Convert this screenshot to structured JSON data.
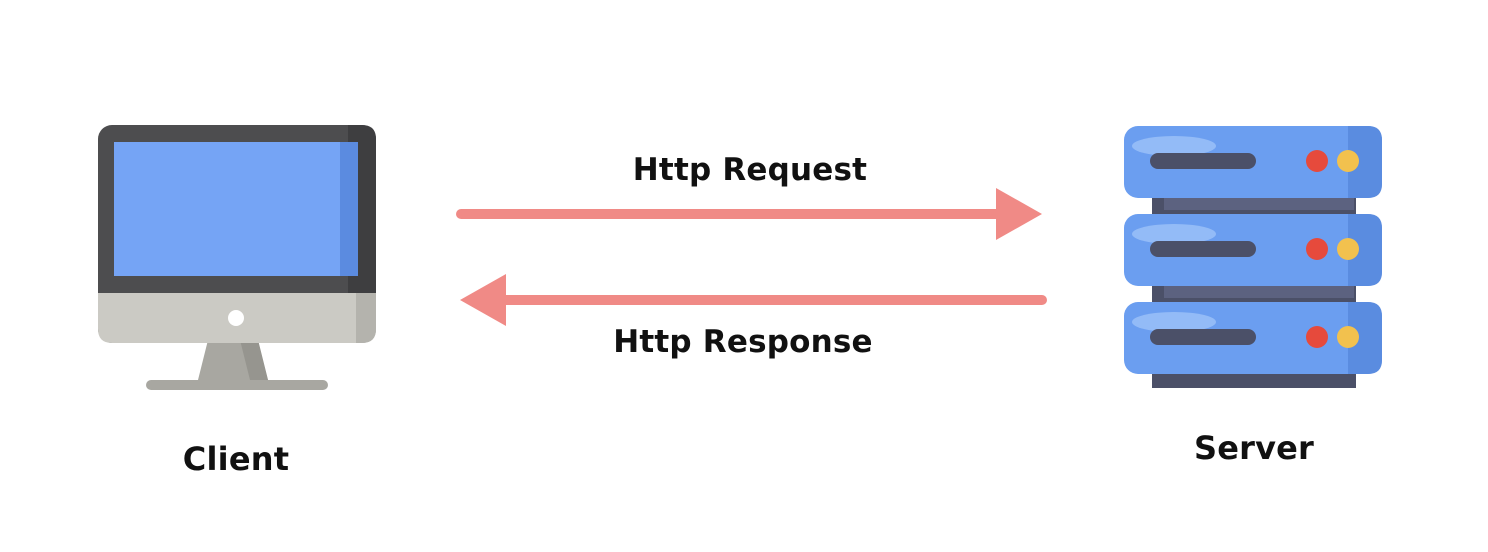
{
  "diagram": {
    "request_label": "Http Request",
    "response_label": "Http Response",
    "client_label": "Client",
    "server_label": "Server"
  },
  "icons": {
    "client": "desktop-monitor-icon",
    "server": "server-rack-icon"
  },
  "colors": {
    "arrow": "#f08a86",
    "screen": "#75a4f5",
    "monitor_frame": "#4d4d4f",
    "monitor_base": "#cbcac4",
    "server_unit": "#6b9ef0",
    "server_slot": "#4b5068",
    "led_red": "#e64a3c",
    "led_yellow": "#f2c14e",
    "text": "#111111"
  }
}
